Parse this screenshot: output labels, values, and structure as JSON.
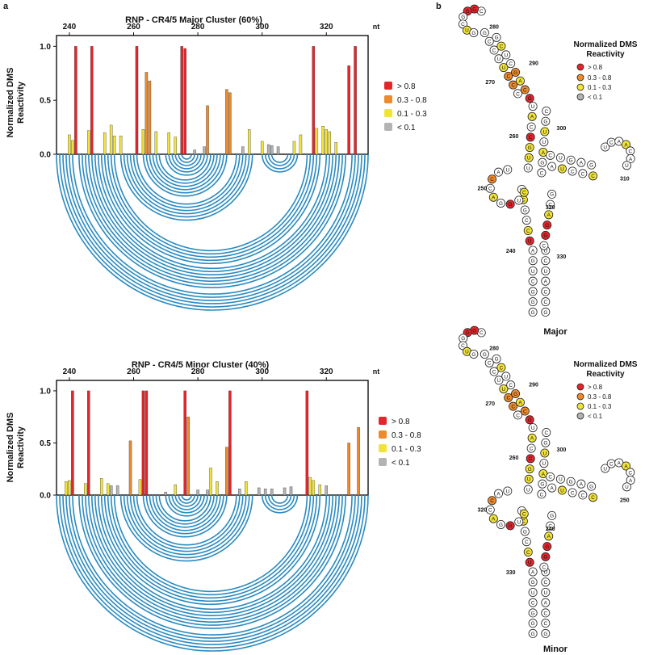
{
  "panel_labels": [
    "a",
    "b"
  ],
  "colors": {
    "high": "#e3262b",
    "midhigh": "#ee8a2b",
    "mid": "#f2e33a",
    "low": "#b3b3b3",
    "arc": "#2a8ac0",
    "outline": "#222222"
  },
  "legend": {
    "title": "Normalized DMS Reactivity",
    "entries": [
      {
        "label": "> 0.8",
        "color": "#e3262b"
      },
      {
        "label": "0.3 - 0.8",
        "color": "#ee8a2b"
      },
      {
        "label": "0.1 - 0.3",
        "color": "#f2e33a"
      },
      {
        "label": "< 0.1",
        "color": "#b3b3b3"
      }
    ]
  },
  "chart_data": [
    {
      "type": "bar",
      "title": "RNP - CR4/5 Major Cluster (60%)",
      "xlabel": "nt",
      "ylabel": "Normalized DMS Reactivity",
      "xticks": [
        240,
        260,
        280,
        300,
        320
      ],
      "xlim": [
        236,
        333
      ],
      "ylim": [
        0,
        1.1
      ],
      "yticks": [
        "0.0",
        "0.5",
        "1.0"
      ],
      "legend_position": "right",
      "bars": [
        {
          "x": 240,
          "y": 0.18
        },
        {
          "x": 241,
          "y": 0.13
        },
        {
          "x": 242,
          "y": 1.0
        },
        {
          "x": 246,
          "y": 0.22
        },
        {
          "x": 247,
          "y": 1.0
        },
        {
          "x": 251,
          "y": 0.2
        },
        {
          "x": 253,
          "y": 0.27
        },
        {
          "x": 254,
          "y": 0.17
        },
        {
          "x": 256,
          "y": 0.17
        },
        {
          "x": 261,
          "y": 1.0
        },
        {
          "x": 263,
          "y": 0.23
        },
        {
          "x": 264,
          "y": 0.76
        },
        {
          "x": 265,
          "y": 0.68
        },
        {
          "x": 267,
          "y": 0.21
        },
        {
          "x": 271,
          "y": 0.2
        },
        {
          "x": 273,
          "y": 0.16
        },
        {
          "x": 275,
          "y": 1.0
        },
        {
          "x": 276,
          "y": 0.98
        },
        {
          "x": 279,
          "y": 0.04
        },
        {
          "x": 282,
          "y": 0.07
        },
        {
          "x": 283,
          "y": 0.45
        },
        {
          "x": 289,
          "y": 0.6
        },
        {
          "x": 290,
          "y": 0.57
        },
        {
          "x": 294,
          "y": 0.07
        },
        {
          "x": 296,
          "y": 0.23
        },
        {
          "x": 300,
          "y": 0.12
        },
        {
          "x": 302,
          "y": 0.09
        },
        {
          "x": 303,
          "y": 0.08
        },
        {
          "x": 305,
          "y": 0.07
        },
        {
          "x": 310,
          "y": 0.12
        },
        {
          "x": 312,
          "y": 0.18
        },
        {
          "x": 316,
          "y": 1.0
        },
        {
          "x": 317,
          "y": 0.24
        },
        {
          "x": 319,
          "y": 0.26
        },
        {
          "x": 320,
          "y": 0.23
        },
        {
          "x": 321,
          "y": 0.21
        },
        {
          "x": 323,
          "y": 0.11
        },
        {
          "x": 327,
          "y": 0.82
        },
        {
          "x": 329,
          "y": 1.0
        }
      ],
      "arc_pairs": [
        [
          236,
          333
        ],
        [
          237,
          332
        ],
        [
          238,
          331
        ],
        [
          239,
          330
        ],
        [
          240,
          329
        ],
        [
          241,
          328
        ],
        [
          243,
          326
        ],
        [
          244,
          325
        ],
        [
          245,
          324
        ],
        [
          246,
          323
        ],
        [
          247,
          322
        ],
        [
          248,
          321
        ],
        [
          249,
          320
        ],
        [
          250,
          318
        ],
        [
          251,
          317
        ],
        [
          252,
          316
        ],
        [
          253,
          315
        ],
        [
          254,
          314
        ],
        [
          256,
          297
        ],
        [
          257,
          296
        ],
        [
          258,
          295
        ],
        [
          259,
          294
        ],
        [
          260,
          293
        ],
        [
          261,
          292
        ],
        [
          263,
          289
        ],
        [
          264,
          288
        ],
        [
          265,
          287
        ],
        [
          266,
          286
        ],
        [
          267,
          285
        ],
        [
          268,
          284
        ],
        [
          270,
          283
        ],
        [
          271,
          282
        ],
        [
          272,
          281
        ],
        [
          273,
          280
        ],
        [
          274,
          279
        ],
        [
          275,
          278
        ],
        [
          300,
          311
        ],
        [
          301,
          310
        ],
        [
          302,
          309
        ],
        [
          303,
          308
        ]
      ]
    },
    {
      "type": "bar",
      "title": "RNP - CR4/5 Minor Cluster (40%)",
      "xlabel": "nt",
      "ylabel": "Normalized DMS Reactivity",
      "xticks": [
        240,
        260,
        280,
        300,
        320
      ],
      "xlim": [
        236,
        333
      ],
      "ylim": [
        0,
        1.1
      ],
      "yticks": [
        "0.0",
        "0.5",
        "1.0"
      ],
      "legend_position": "right",
      "bars": [
        {
          "x": 239,
          "y": 0.13
        },
        {
          "x": 240,
          "y": 0.14
        },
        {
          "x": 241,
          "y": 1.0
        },
        {
          "x": 245,
          "y": 0.11
        },
        {
          "x": 246,
          "y": 1.0
        },
        {
          "x": 250,
          "y": 0.16
        },
        {
          "x": 252,
          "y": 0.11
        },
        {
          "x": 253,
          "y": 0.09
        },
        {
          "x": 255,
          "y": 0.09
        },
        {
          "x": 259,
          "y": 0.52
        },
        {
          "x": 262,
          "y": 0.15
        },
        {
          "x": 263,
          "y": 1.0
        },
        {
          "x": 264,
          "y": 1.0
        },
        {
          "x": 270,
          "y": 0.03
        },
        {
          "x": 273,
          "y": 0.1
        },
        {
          "x": 276,
          "y": 1.0
        },
        {
          "x": 277,
          "y": 0.75
        },
        {
          "x": 280,
          "y": 0.05
        },
        {
          "x": 283,
          "y": 0.05
        },
        {
          "x": 284,
          "y": 0.26
        },
        {
          "x": 286,
          "y": 0.13
        },
        {
          "x": 289,
          "y": 0.46
        },
        {
          "x": 290,
          "y": 1.0
        },
        {
          "x": 293,
          "y": 0.06
        },
        {
          "x": 295,
          "y": 0.13
        },
        {
          "x": 299,
          "y": 0.07
        },
        {
          "x": 301,
          "y": 0.06
        },
        {
          "x": 303,
          "y": 0.06
        },
        {
          "x": 307,
          "y": 0.07
        },
        {
          "x": 309,
          "y": 0.08
        },
        {
          "x": 314,
          "y": 1.0
        },
        {
          "x": 315,
          "y": 0.17
        },
        {
          "x": 316,
          "y": 0.14
        },
        {
          "x": 318,
          "y": 0.1
        },
        {
          "x": 320,
          "y": 0.09
        },
        {
          "x": 327,
          "y": 0.5
        },
        {
          "x": 330,
          "y": 0.65
        }
      ],
      "arc_pairs": [
        [
          236,
          333
        ],
        [
          237,
          332
        ],
        [
          238,
          331
        ],
        [
          239,
          330
        ],
        [
          240,
          329
        ],
        [
          241,
          328
        ],
        [
          243,
          326
        ],
        [
          244,
          325
        ],
        [
          245,
          324
        ],
        [
          246,
          323
        ],
        [
          247,
          322
        ],
        [
          248,
          321
        ],
        [
          249,
          320
        ],
        [
          250,
          318
        ],
        [
          251,
          317
        ],
        [
          252,
          316
        ],
        [
          253,
          315
        ],
        [
          254,
          314
        ],
        [
          256,
          297
        ],
        [
          257,
          296
        ],
        [
          258,
          295
        ],
        [
          259,
          294
        ],
        [
          260,
          293
        ],
        [
          261,
          292
        ],
        [
          263,
          289
        ],
        [
          264,
          288
        ],
        [
          265,
          287
        ],
        [
          266,
          286
        ],
        [
          267,
          285
        ],
        [
          268,
          284
        ],
        [
          270,
          283
        ],
        [
          271,
          282
        ],
        [
          272,
          281
        ],
        [
          273,
          280
        ],
        [
          274,
          279
        ],
        [
          275,
          278
        ],
        [
          300,
          311
        ],
        [
          301,
          310
        ],
        [
          302,
          309
        ],
        [
          303,
          308
        ]
      ]
    }
  ],
  "structures": [
    {
      "caption": "Major",
      "position_labels": [
        "280",
        "290",
        "270",
        "300",
        "260",
        "310",
        "250",
        "320",
        "240",
        "330"
      ]
    },
    {
      "caption": "Minor",
      "position_labels": [
        "280",
        "290",
        "270",
        "300",
        "260",
        "250",
        "320",
        "240",
        "330"
      ]
    }
  ]
}
